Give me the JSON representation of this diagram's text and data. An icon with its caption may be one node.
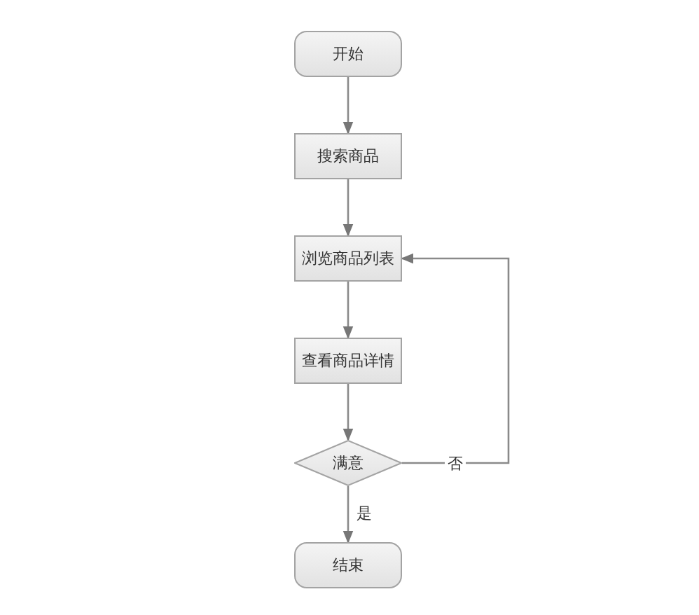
{
  "diagram": {
    "nodes": [
      {
        "text": [
          "开始"
        ]
      },
      {
        "text": [
          "搜索商品"
        ]
      },
      {
        "text": [
          "浏览商品列表"
        ]
      },
      {
        "text": [
          "查看商品详情"
        ]
      },
      {
        "text": [
          "满意"
        ]
      },
      {
        "text": [
          "结束"
        ]
      }
    ],
    "edges": [
      {
        "from": 0,
        "to": 1,
        "arrow": "to"
      },
      {
        "from": 1,
        "to": 2,
        "arrow": "to"
      },
      {
        "from": 2,
        "to": 3,
        "arrow": "to"
      },
      {
        "from": 3,
        "to": 4,
        "arrow": "to"
      },
      {
        "from": 4,
        "to": 5,
        "label": "是",
        "arrow": "to"
      },
      {
        "from": 4,
        "to": 2,
        "label": "否",
        "arrow": "to"
      }
    ]
  }
}
